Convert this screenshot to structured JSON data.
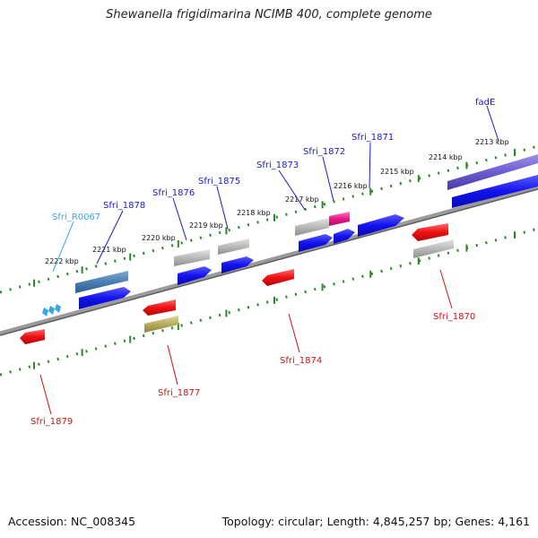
{
  "title": "Shewanella frigidimarina NCIMB 400, complete genome",
  "footer": {
    "accession": "Accession: NC_008345",
    "topology": "Topology: circular; Length: 4,845,257 bp; Genes: 4,161"
  },
  "colors": {
    "backbone": "#777777",
    "ruler": "#2a8a2a",
    "forward_gene": "#1010ee",
    "reverse_gene": "#ee1111",
    "ncrna_gene": "#3aa8e0",
    "label_blue": "#1a1ac8",
    "label_red": "#cc1111",
    "label_cyan": "#3aa8e0"
  },
  "ruler_labels": [
    "2213 kbp",
    "2214 kbp",
    "2215 kbp",
    "2216 kbp",
    "2217 kbp",
    "2218 kbp",
    "2219 kbp",
    "2220 kbp",
    "2221 kbp",
    "2222 kbp"
  ],
  "top_labels": [
    {
      "id": "fadE",
      "text": "fadE",
      "color": "blue"
    },
    {
      "id": "sfri-1871",
      "text": "Sfri_1871",
      "color": "blue"
    },
    {
      "id": "sfri-1872",
      "text": "Sfri_1872",
      "color": "blue"
    },
    {
      "id": "sfri-1873",
      "text": "Sfri_1873",
      "color": "blue"
    },
    {
      "id": "sfri-1875",
      "text": "Sfri_1875",
      "color": "blue"
    },
    {
      "id": "sfri-1876",
      "text": "Sfri_1876",
      "color": "blue"
    },
    {
      "id": "sfri-1878",
      "text": "Sfri_1878",
      "color": "blue"
    },
    {
      "id": "sfri-r0067",
      "text": "Sfri_R0067",
      "color": "cyan"
    }
  ],
  "bottom_labels": [
    {
      "id": "sfri-1870",
      "text": "Sfri_1870",
      "color": "red"
    },
    {
      "id": "sfri-1874",
      "text": "Sfri_1874",
      "color": "red"
    },
    {
      "id": "sfri-1877",
      "text": "Sfri_1877",
      "color": "red"
    },
    {
      "id": "sfri-1879",
      "text": "Sfri_1879",
      "color": "red"
    }
  ]
}
